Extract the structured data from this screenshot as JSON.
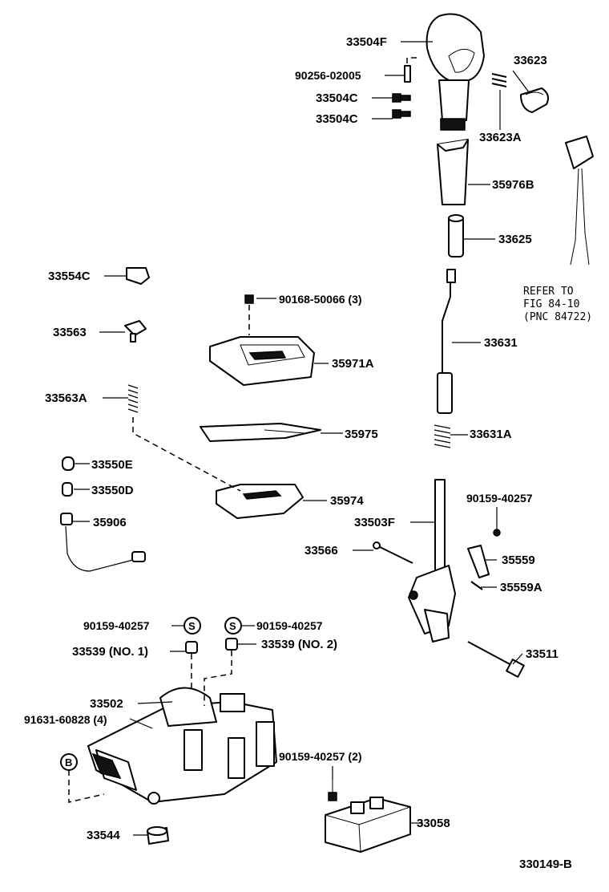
{
  "labels": {
    "p33504F": "33504F",
    "p90256": "90256-02005",
    "p33504C_1": "33504C",
    "p33504C_2": "33504C",
    "p33623": "33623",
    "p33623A": "33623A",
    "p35976B": "35976B",
    "p33625": "33625",
    "p33554C": "33554C",
    "p90168": "90168-50066 (3)",
    "p33563": "33563",
    "p35971A": "35971A",
    "p33631": "33631",
    "p33563A": "33563A",
    "p35975": "35975",
    "p33631A": "33631A",
    "p33550E": "33550E",
    "p33550D": "33550D",
    "p35974": "35974",
    "p35906": "35906",
    "p90159_a": "90159-40257",
    "p33503F": "33503F",
    "p33566": "33566",
    "p35559": "35559",
    "p35559A": "35559A",
    "p90159_b": "90159-40257",
    "p90159_c": "90159-40257",
    "s_mark_1": "S",
    "s_mark_2": "S",
    "p33539_1": "33539 (NO. 1)",
    "p33539_2": "33539 (NO. 2)",
    "p33511": "33511",
    "p33502": "33502",
    "p91631": "91631-60828 (4)",
    "b_mark": "B",
    "p90159_d": "90159-40257 (2)",
    "p33058": "33058",
    "p33544": "33544",
    "fig_id": "330149-B"
  },
  "refer": {
    "line1": "REFER TO",
    "line2": "FIG 84-10",
    "line3": "(PNC 84722)"
  }
}
